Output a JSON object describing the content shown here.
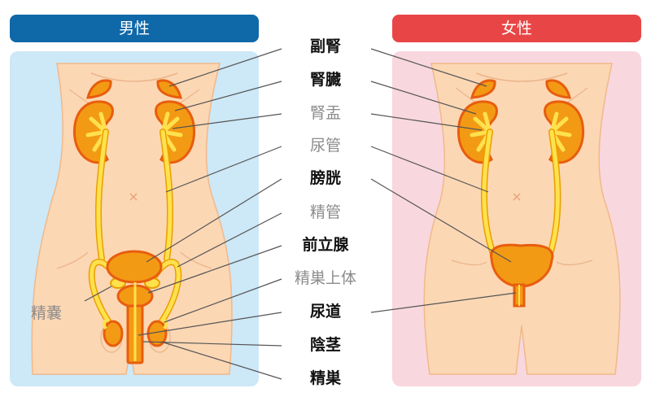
{
  "headers": {
    "male": "男性",
    "female": "女性"
  },
  "labels": [
    {
      "text": "副腎",
      "style": "bold"
    },
    {
      "text": "腎臓",
      "style": "bold"
    },
    {
      "text": "腎盂",
      "style": "gray"
    },
    {
      "text": "尿管",
      "style": "gray"
    },
    {
      "text": "膀胱",
      "style": "bold"
    },
    {
      "text": "精管",
      "style": "gray"
    },
    {
      "text": "前立腺",
      "style": "bold"
    },
    {
      "text": "精巣上体",
      "style": "gray"
    },
    {
      "text": "尿道",
      "style": "bold"
    },
    {
      "text": "陰茎",
      "style": "bold"
    },
    {
      "text": "精巣",
      "style": "bold"
    }
  ],
  "side_label": "精嚢",
  "colors": {
    "male_header": "#0f68a8",
    "female_header": "#e84646",
    "male_bg": "#cde8f7",
    "female_bg": "#f8d7de",
    "skin": "#fcd7b4",
    "organ_fill": "#f39a14",
    "organ_outline": "#e85d0e",
    "duct": "#ffe14d"
  }
}
